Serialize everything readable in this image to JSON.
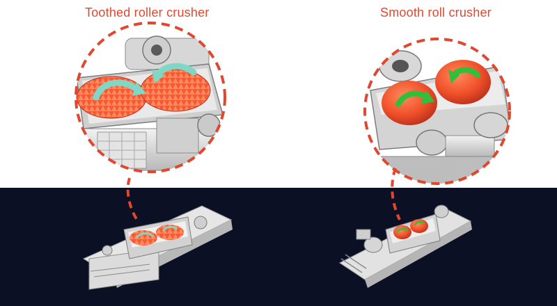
{
  "labels": {
    "left": "Toothed roller crusher",
    "right": "Smooth roll crusher"
  },
  "colors": {
    "accent": "#e0472f",
    "band": "#0b1024",
    "roller": "#f25a2f",
    "arrow_teal": "#7fd8c6",
    "arrow_green": "#2fbf3a",
    "metal": "#dcdcdc"
  },
  "icons": {
    "left_detail": "toothed-roller-crusher-closeup",
    "right_detail": "smooth-roll-crusher-closeup",
    "left_machine": "toothed-roller-crusher-machine",
    "right_machine": "smooth-roll-crusher-machine"
  }
}
